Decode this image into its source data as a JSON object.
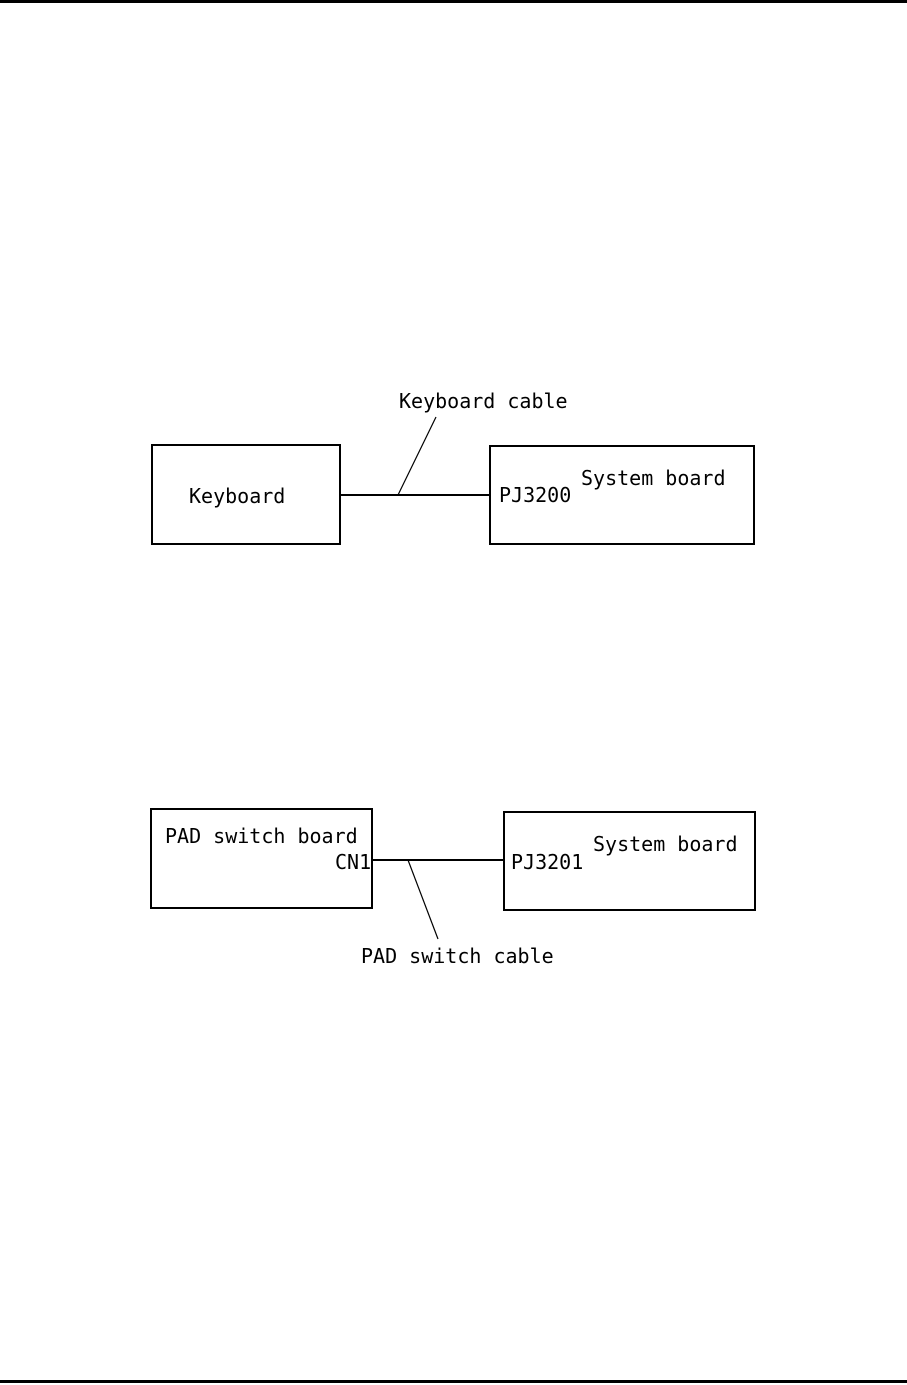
{
  "diagram1": {
    "cable_label": "Keyboard cable",
    "left_box_label": "Keyboard",
    "connector_label": "PJ3200",
    "right_box_label": "System board"
  },
  "diagram2": {
    "left_box_label": "PAD switch board",
    "left_connector_label": "CN1",
    "right_connector_label": "PJ3201",
    "right_box_label": "System board",
    "cable_label": "PAD switch cable"
  }
}
